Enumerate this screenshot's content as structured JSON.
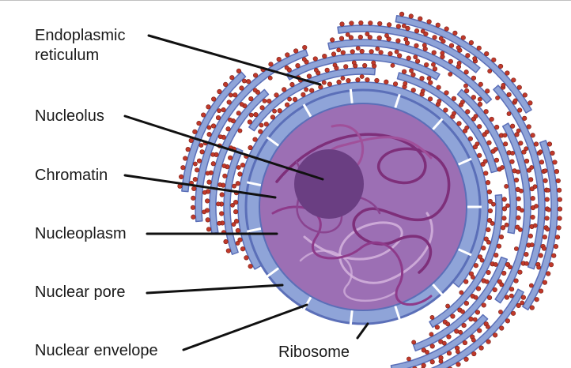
{
  "labels": {
    "er_line1": "Endoplasmic",
    "er_line2": "reticulum",
    "nucleolus": "Nucleolus",
    "chromatin": "Chromatin",
    "nucleoplasm": "Nucleoplasm",
    "nuclear_pore": "Nuclear pore",
    "nuclear_envelope": "Nuclear envelope",
    "ribosome": "Ribosome"
  },
  "colors": {
    "er_fill": "#8fa4d8",
    "er_stroke": "#5b6fb8",
    "ribosome": "#c0392b",
    "nucleus_outer": "#7e88cc",
    "nucleoplasm": "#9c6fb4",
    "nucleolus": "#6a3e82",
    "chromatin_dark": "#7e2f7a",
    "chromatin_light": "#d8b8e0",
    "leader": "#111111"
  }
}
